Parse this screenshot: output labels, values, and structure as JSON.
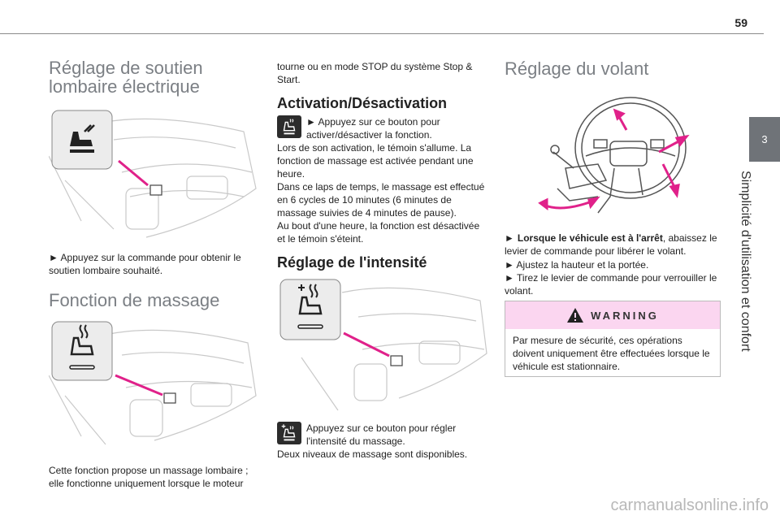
{
  "header": {
    "page_number": "59"
  },
  "side": {
    "chapter_number": "3",
    "chapter_title": "Simplicité d'utilisation et confort"
  },
  "col1": {
    "lumbar_title_line1": "Réglage de soutien",
    "lumbar_title_line2": "lombaire électrique",
    "lumbar_text": "► Appuyez sur la commande pour obtenir le soutien lombaire souhaité.",
    "massage_title": "Fonction de massage",
    "massage_text": "Cette fonction propose un massage lombaire ; elle fonctionne uniquement lorsque le moteur"
  },
  "col2": {
    "cont_text": "tourne ou en mode STOP du système Stop & Start.",
    "activation_title": "Activation/Désactivation",
    "activation_bullet": "► Appuyez sur ce bouton pour activer/désactiver la fonction.",
    "activation_p1": "Lors de son activation, le témoin s'allume. La fonction de massage est activée pendant une heure.",
    "activation_p2": "Dans ce laps de temps, le massage est effectué en 6 cycles de 10 minutes (6 minutes de massage suivies de 4 minutes de pause).",
    "activation_p3": "Au bout d'une heure, la fonction est désactivée et le témoin s'éteint.",
    "intensity_title": "Réglage de l'intensité",
    "intensity_text": "Appuyez sur ce bouton pour régler l'intensité du massage.",
    "intensity_levels": "Deux niveaux de massage sont disponibles."
  },
  "col3": {
    "wheel_title": "Réglage du volant",
    "wheel_b1_bold": "Lorsque le véhicule est à l'arrêt",
    "wheel_b1_rest": ", abaissez le levier de commande pour libérer le volant.",
    "wheel_b2": "► Ajustez la hauteur et la portée.",
    "wheel_b3": "► Tirez le levier de commande pour verrouiller le volant.",
    "warning_title": "WARNING",
    "warning_text": "Par mesure de sécurité, ces opérations doivent uniquement être effectuées lorsque le véhicule est stationnaire."
  },
  "footer": {
    "watermark": "carmanualsonline.info"
  },
  "colors": {
    "accent_pink": "#e0218a",
    "warning_bg": "#fbd6f0",
    "heading_gray": "#7b7f84",
    "tab_gray": "#6f7378"
  }
}
